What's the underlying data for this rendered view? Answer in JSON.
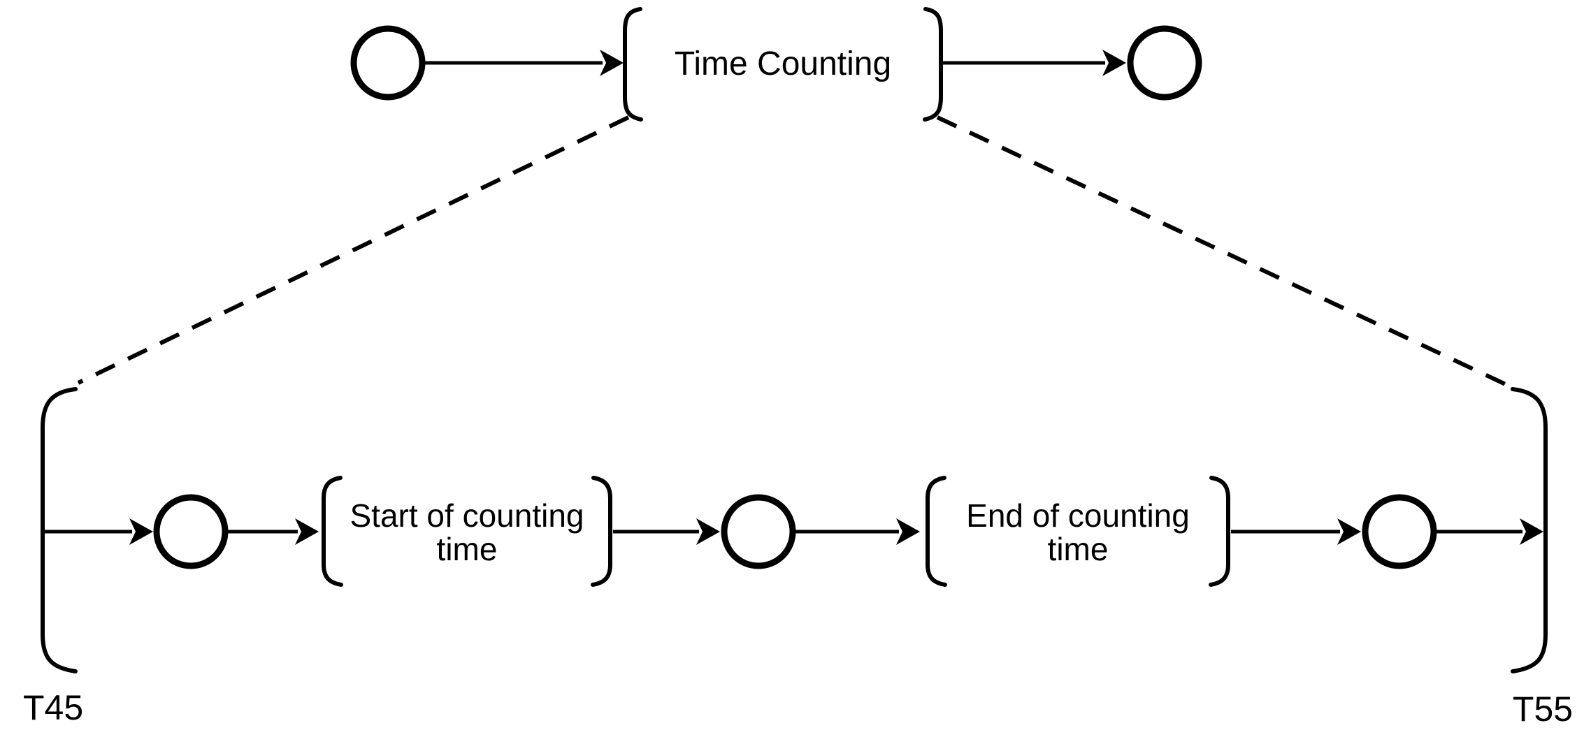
{
  "colors": {
    "ink": "#000000",
    "background": "#ffffff"
  },
  "top_process": {
    "transition_label": "Time Counting",
    "structure": "place -> [ Time Counting ] -> place"
  },
  "sub_process": {
    "left_boundary_label": "T45",
    "right_boundary_label": "T55",
    "transition1_label_lines": [
      "Start of counting",
      "time"
    ],
    "transition2_label_lines": [
      "End of counting",
      "time"
    ],
    "structure": "T45 ( -> place -> [ Start of counting time ] -> place -> [ End of counting time ] -> place -> ) T55"
  }
}
